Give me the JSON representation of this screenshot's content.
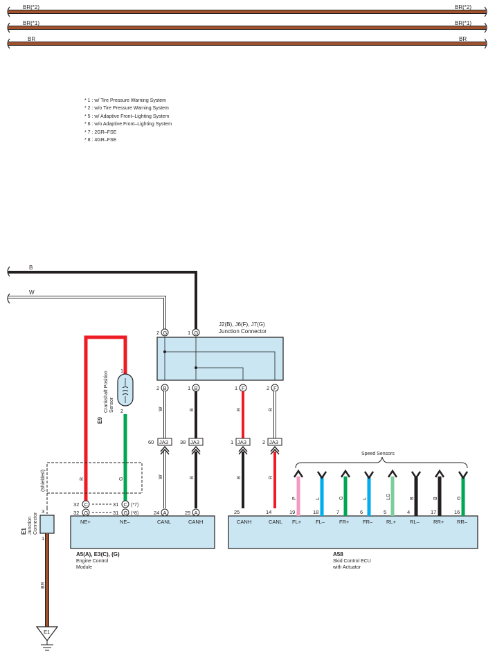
{
  "colors": {
    "BR": "#a0522d",
    "B": "#231f20",
    "W": "#ffffff",
    "R": "#ed1c24",
    "G": "#00a651",
    "L": "#00aeef",
    "P": "#f49ac1",
    "LG": "#7dcd9a",
    "box": "#c9e6f2"
  },
  "top_wires": [
    {
      "label_left": "BR(*2)",
      "label_right": "BR(*2)"
    },
    {
      "label_left": "BR(*1)",
      "label_right": "BR(*1)"
    },
    {
      "label_left": "BR",
      "label_right": "BR"
    }
  ],
  "notes": [
    "* 1 : w/ Tire Pressure Warning System",
    "* 2 : w/o Tire Pressure Warning System",
    "* 5 : w/ Adaptive Front–Lighting System",
    "* 6 : w/o Adaptive Front–Lighting System",
    "* 7 : 2GR–FSE",
    "* 8 : 4GR–FSE"
  ],
  "wire_labels": {
    "b_top": "B",
    "w_top": "W"
  },
  "junction": {
    "id": "J2(B), J6(F), J7(G)",
    "name": "Junction Connector",
    "top_pins": [
      {
        "num": "2",
        "letter": "G"
      },
      {
        "num": "1",
        "letter": "G"
      }
    ],
    "bottom_pins": [
      {
        "num": "2",
        "letter": "B"
      },
      {
        "num": "1",
        "letter": "B"
      },
      {
        "num": "1",
        "letter": "F"
      },
      {
        "num": "2",
        "letter": "F"
      }
    ]
  },
  "sensor": {
    "id": "E9",
    "name_line1": "Crankshaft Position",
    "name_line2": "Sensor",
    "pin1": "1",
    "pin2": "2"
  },
  "ja3": [
    {
      "num": "60",
      "label": "JA3",
      "color": "W"
    },
    {
      "num": "38",
      "label": "JA3",
      "color": "B"
    },
    {
      "num": "1",
      "label": "JA3",
      "color": "R"
    },
    {
      "num": "2",
      "label": "JA3",
      "color": "R"
    }
  ],
  "mid_wire_colors": {
    "w1": "W",
    "b1": "B",
    "b2": "B",
    "r2": "R",
    "w2": "W",
    "b3": "B",
    "r3": "R",
    "r_sensor": "R",
    "g_sensor": "G"
  },
  "shielded_label": "(Shielded)",
  "ecm": {
    "pins_top": [
      {
        "num": "32",
        "letter": "C"
      },
      {
        "num": "32",
        "letter": "G"
      },
      {
        "num": "31",
        "letter": "C",
        "note": "(*7)"
      },
      {
        "num": "31",
        "letter": "G",
        "note": "(*8)"
      },
      {
        "num": "24",
        "letter": "A"
      },
      {
        "num": "25",
        "letter": "A"
      }
    ],
    "terms": [
      "NE+",
      "NE–",
      "CANL",
      "CANH"
    ],
    "id": "A5(A), E3(C), (G)",
    "name_line1": "Engine Control",
    "name_line2": "Module"
  },
  "junction_e1": {
    "id": "E1",
    "name_line1": "Junction",
    "name_line2": "Connector",
    "pin3": "3",
    "pin1": "1",
    "wire": "BR",
    "ground": "E1"
  },
  "skid": {
    "id": "A58",
    "name_line1": "Skid Control ECU",
    "name_line2": "with Actuator",
    "speed_sensors": "Speed Sensors",
    "terms": [
      {
        "num": "25",
        "term": "CANH",
        "color": "B"
      },
      {
        "num": "14",
        "term": "CANL",
        "color": "R"
      },
      {
        "num": "19",
        "term": "FL+",
        "color": "P"
      },
      {
        "num": "18",
        "term": "FL–",
        "color": "L"
      },
      {
        "num": "7",
        "term": "FR+",
        "color": "G"
      },
      {
        "num": "6",
        "term": "FR–",
        "color": "L"
      },
      {
        "num": "5",
        "term": "RL+",
        "color": "LG"
      },
      {
        "num": "4",
        "term": "RL–",
        "color": "B"
      },
      {
        "num": "17",
        "term": "RR+",
        "color": "B"
      },
      {
        "num": "16",
        "term": "RR–",
        "color": "G"
      }
    ]
  }
}
